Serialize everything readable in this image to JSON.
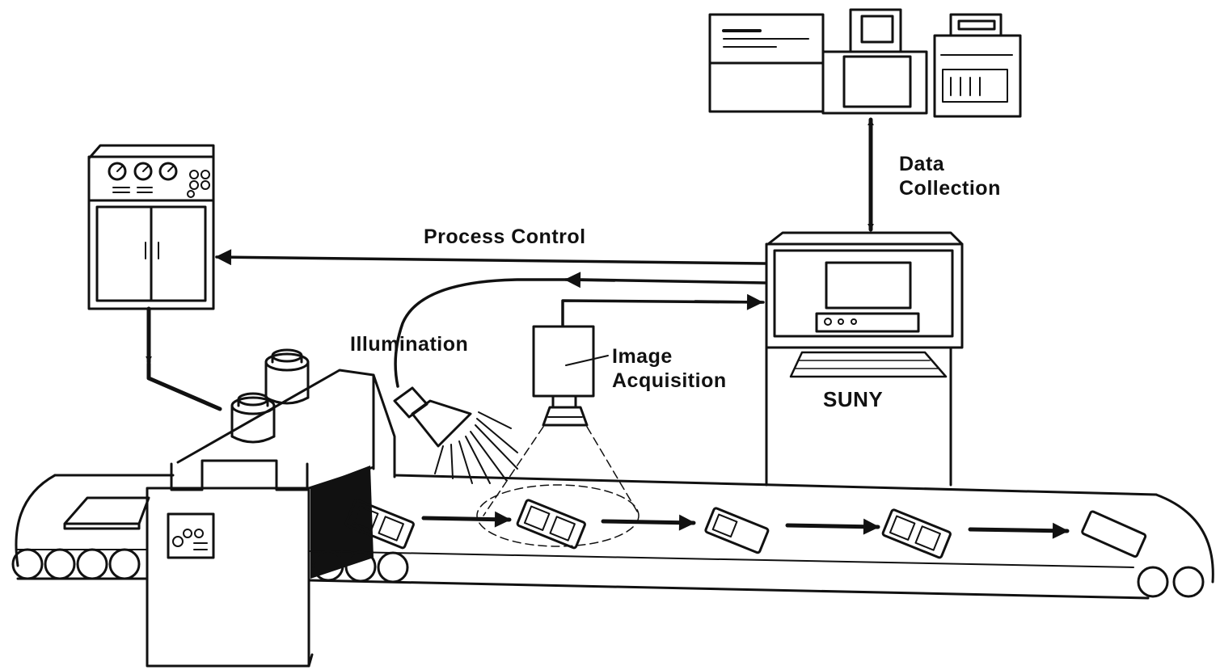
{
  "labels": {
    "data_collection_line1": "Data",
    "data_collection_line2": "Collection",
    "process_control": "Process Control",
    "illumination": "Illumination",
    "image_acquisition_line1": "Image",
    "image_acquisition_line2": "Acquisition",
    "suny": "SUNY"
  },
  "colors": {
    "ink": "#111111",
    "background": "#ffffff"
  }
}
